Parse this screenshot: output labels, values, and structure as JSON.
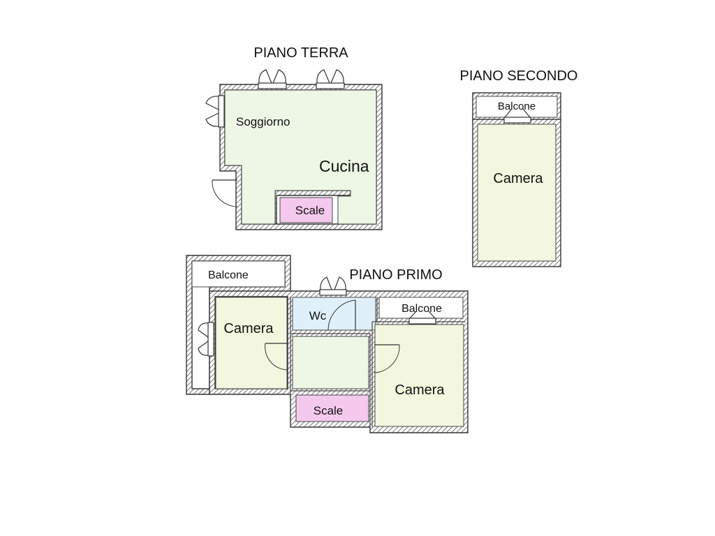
{
  "titles": {
    "ground": "PIANO TERRA",
    "first": "PIANO PRIMO",
    "second": "PIANO SECONDO"
  },
  "rooms": {
    "ground_soggiorno": "Soggiorno",
    "ground_cucina": "Cucina",
    "ground_scale": "Scale",
    "second_balcone": "Balcone",
    "second_camera": "Camera",
    "first_balcone_left": "Balcone",
    "first_camera_left": "Camera",
    "first_wc": "Wc",
    "first_balcone_right": "Balcone",
    "first_camera_right": "Camera",
    "first_scale": "Scale"
  },
  "colors": {
    "room_green": "#eef7e6",
    "room_yellow": "#f4f7df",
    "room_blue": "#dff0fa",
    "room_pink": "#f5c9ee",
    "wall_line": "#333333"
  }
}
